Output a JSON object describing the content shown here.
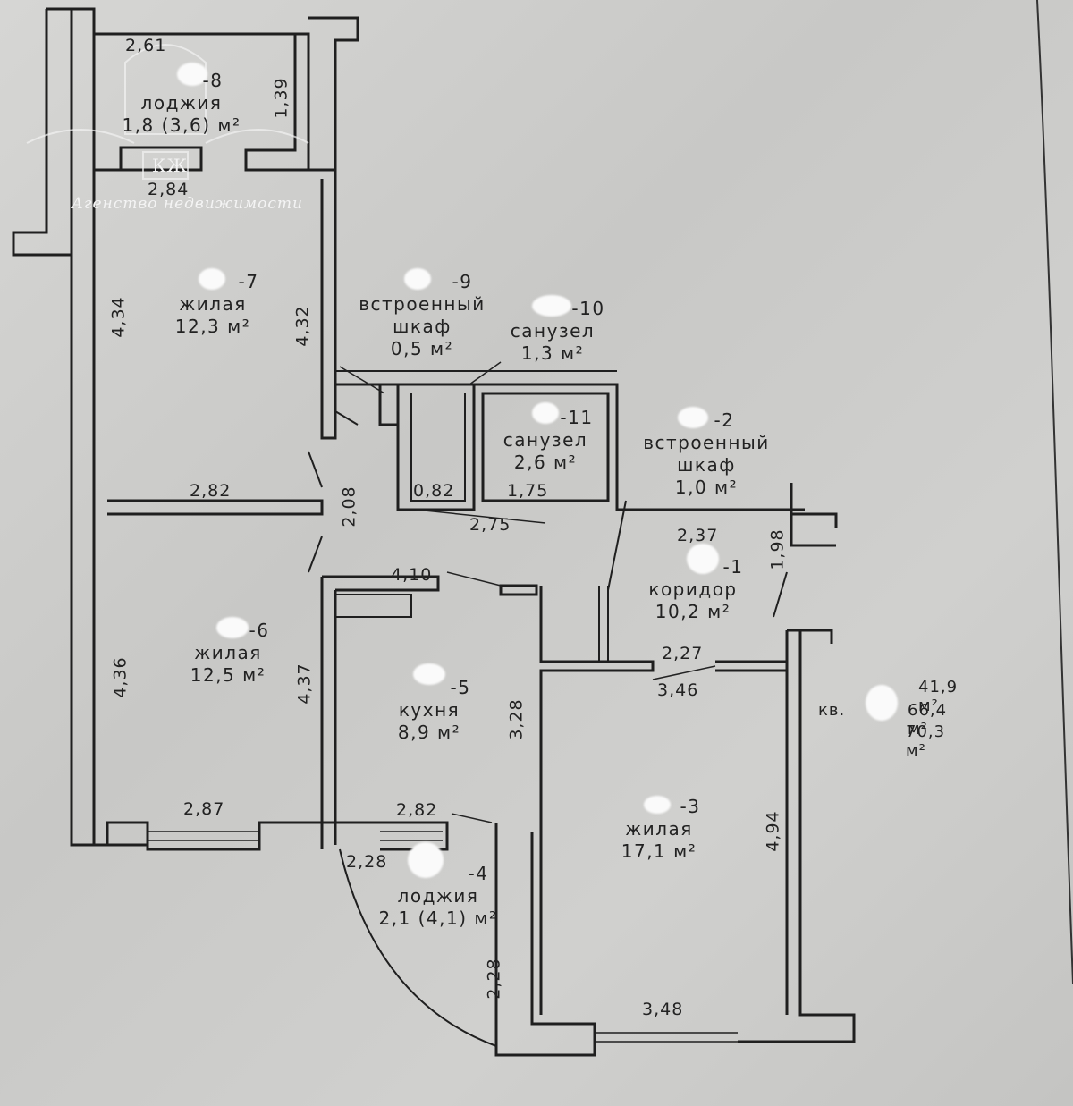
{
  "watermark": {
    "text": "Агенство недвижимости",
    "logo_letters": "КЖ"
  },
  "rooms": [
    {
      "id": "room-8",
      "num": "-8",
      "name": "лоджия",
      "area": "1,8 (3,6) м²"
    },
    {
      "id": "room-7",
      "num": "-7",
      "name": "жилая",
      "area": "12,3 м²"
    },
    {
      "id": "room-9",
      "num": "-9",
      "name": "встроенный",
      "name2": "шкаф",
      "area": "0,5 м²"
    },
    {
      "id": "room-10",
      "num": "-10",
      "name": "санузел",
      "area": "1,3 м²"
    },
    {
      "id": "room-11",
      "num": "-11",
      "name": "санузел",
      "area": "2,6 м²"
    },
    {
      "id": "room-2",
      "num": "-2",
      "name": "встроенный",
      "name2": "шкаф",
      "area": "1,0 м²"
    },
    {
      "id": "room-1",
      "num": "-1",
      "name": "коридор",
      "area": "10,2 м²"
    },
    {
      "id": "room-6",
      "num": "-6",
      "name": "жилая",
      "area": "12,5 м²"
    },
    {
      "id": "room-5",
      "num": "-5",
      "name": "кухня",
      "area": "8,9 м²"
    },
    {
      "id": "room-3",
      "num": "-3",
      "name": "жилая",
      "area": "17,1 м²"
    },
    {
      "id": "room-4",
      "num": "-4",
      "name": "лоджия",
      "area": "2,1 (4,1) м²"
    }
  ],
  "dimensions": {
    "d261": "2,61",
    "d139": "1,39",
    "d284": "2,84",
    "d434": "4,34",
    "d432": "4,32",
    "d282a": "2,82",
    "d208": "2,08",
    "d082": "0,82",
    "d175": "1,75",
    "d275": "2,75",
    "d237": "2,37",
    "d198": "1,98",
    "d410": "4,10",
    "d436": "4,36",
    "d437": "4,37",
    "d328": "3,28",
    "d227": "2,27",
    "d346": "3,46",
    "d287": "2,87",
    "d282b": "2,82",
    "d228a": "2,28",
    "d228b": "2,28",
    "d494": "4,94",
    "d348": "3,48"
  },
  "totals": {
    "prefix": "кв.",
    "living": "41,9 м²",
    "total": "66,4 м²",
    "total_with_loggia": "70,3 м²"
  }
}
